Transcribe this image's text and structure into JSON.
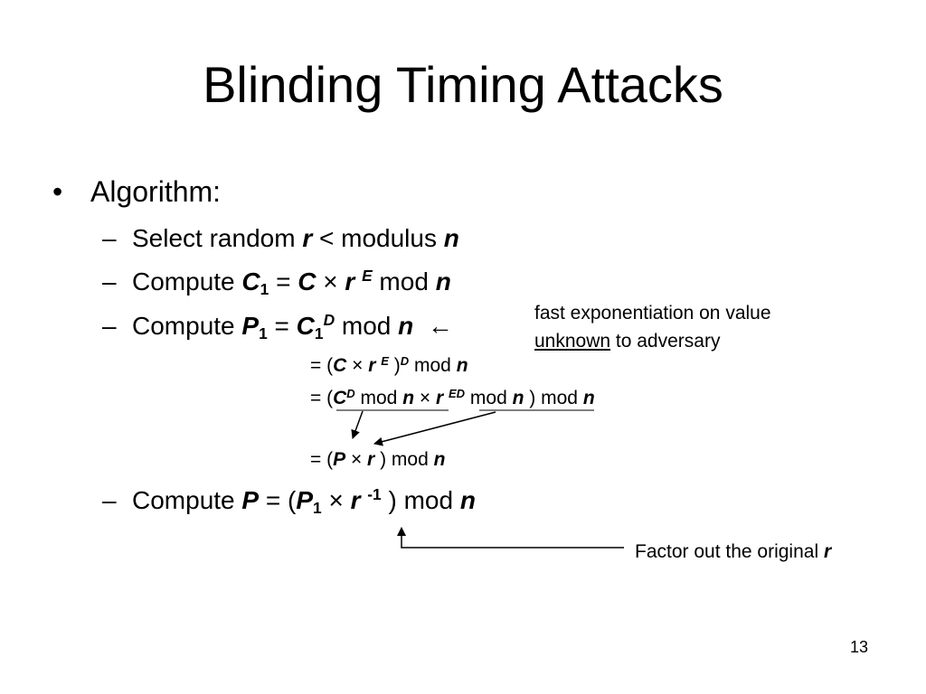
{
  "title": "Blinding Timing Attacks",
  "bullet_char": "•",
  "dash_char": "–",
  "algorithm_label": "Algorithm:",
  "step1": {
    "text1": "Select random ",
    "r": "r",
    "text2": " < modulus ",
    "n": "n"
  },
  "step2": {
    "text1": "Compute ",
    "C": "C",
    "sub1": "1",
    "eq": " = ",
    "C2": "C",
    "times": " × ",
    "r": "r",
    "supE": "E",
    "mod": " mod ",
    "n": "n"
  },
  "step3": {
    "text1": "Compute ",
    "P": "P",
    "sub1": "1",
    "eq": " = ",
    "C": "C",
    "sub1b": "1",
    "supD": "D",
    "mod": " mod ",
    "n": "n",
    "arrow": "←"
  },
  "note1": {
    "line1": "fast exponentiation on value",
    "unknown": "unknown",
    "line2_rest": " to adversary"
  },
  "eq1": {
    "open": "= (",
    "C": "C",
    "times": " × ",
    "r": "r",
    "supE": "E",
    "close": " )",
    "supD": "D",
    "mod": " mod ",
    "n": "n"
  },
  "eq2": {
    "open": "= (",
    "C": "C",
    "supD": "D",
    "mod1": " mod ",
    "n1": "n",
    "times": " × ",
    "r": "r",
    "supED": "ED",
    "mod2": " mod ",
    "n2": "n",
    "close": " ) mod ",
    "n3": "n"
  },
  "eq3": {
    "open": "= (",
    "P": "P",
    "times": " × ",
    "r": "r",
    "close": " ) mod ",
    "n": "n"
  },
  "step4": {
    "text1": "Compute ",
    "P": "P",
    "eq": " = (",
    "P1": "P",
    "sub1": "1",
    "times": " × ",
    "r": "r",
    "supInv": "-1",
    "close": " ) mod ",
    "n": "n"
  },
  "note2": {
    "text": "Factor out the original ",
    "r": "r"
  },
  "page_number": "13"
}
